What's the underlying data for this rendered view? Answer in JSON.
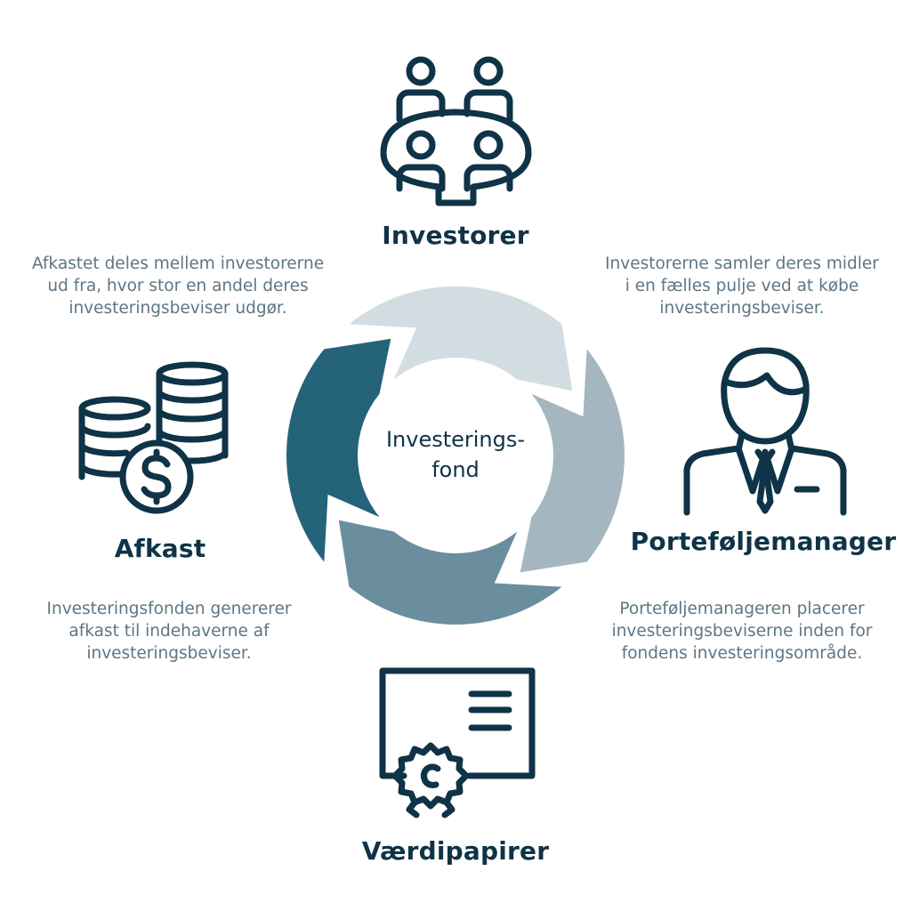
{
  "center": {
    "line1": "Investerings-",
    "line2": "fond"
  },
  "nodes": {
    "investorer": {
      "label": "Investorer",
      "icon": "meeting-table-icon"
    },
    "portefoljemanager": {
      "label": "Porteføljemanager",
      "icon": "businessman-icon"
    },
    "vaerdipapirer": {
      "label": "Værdipapirer",
      "icon": "certificate-icon"
    },
    "afkast": {
      "label": "Afkast",
      "icon": "coins-dollar-icon"
    }
  },
  "descriptions": {
    "top_left": [
      "Afkastet deles mellem investorerne",
      "ud fra, hvor stor en andel deres",
      "investeringsbeviser udgør."
    ],
    "top_right": [
      "Investorerne samler deres midler",
      "i en fælles pulje ved at købe",
      "investeringsbeviser."
    ],
    "bottom_right": [
      "Porteføljemanageren placerer",
      "investeringsbeviserne inden for",
      "fondens investeringsområde."
    ],
    "bottom_left": [
      "Investeringsfonden genererer",
      "afkast til indehaverne af",
      "investeringsbeviser."
    ]
  },
  "colors": {
    "navy": "#0f3347",
    "text_gray": "#5e7584",
    "segment_dark": "#24637a",
    "segment_light": "#d2dde2",
    "segment_mid": "#a4b7c0",
    "segment_slate": "#6a8e9e"
  }
}
